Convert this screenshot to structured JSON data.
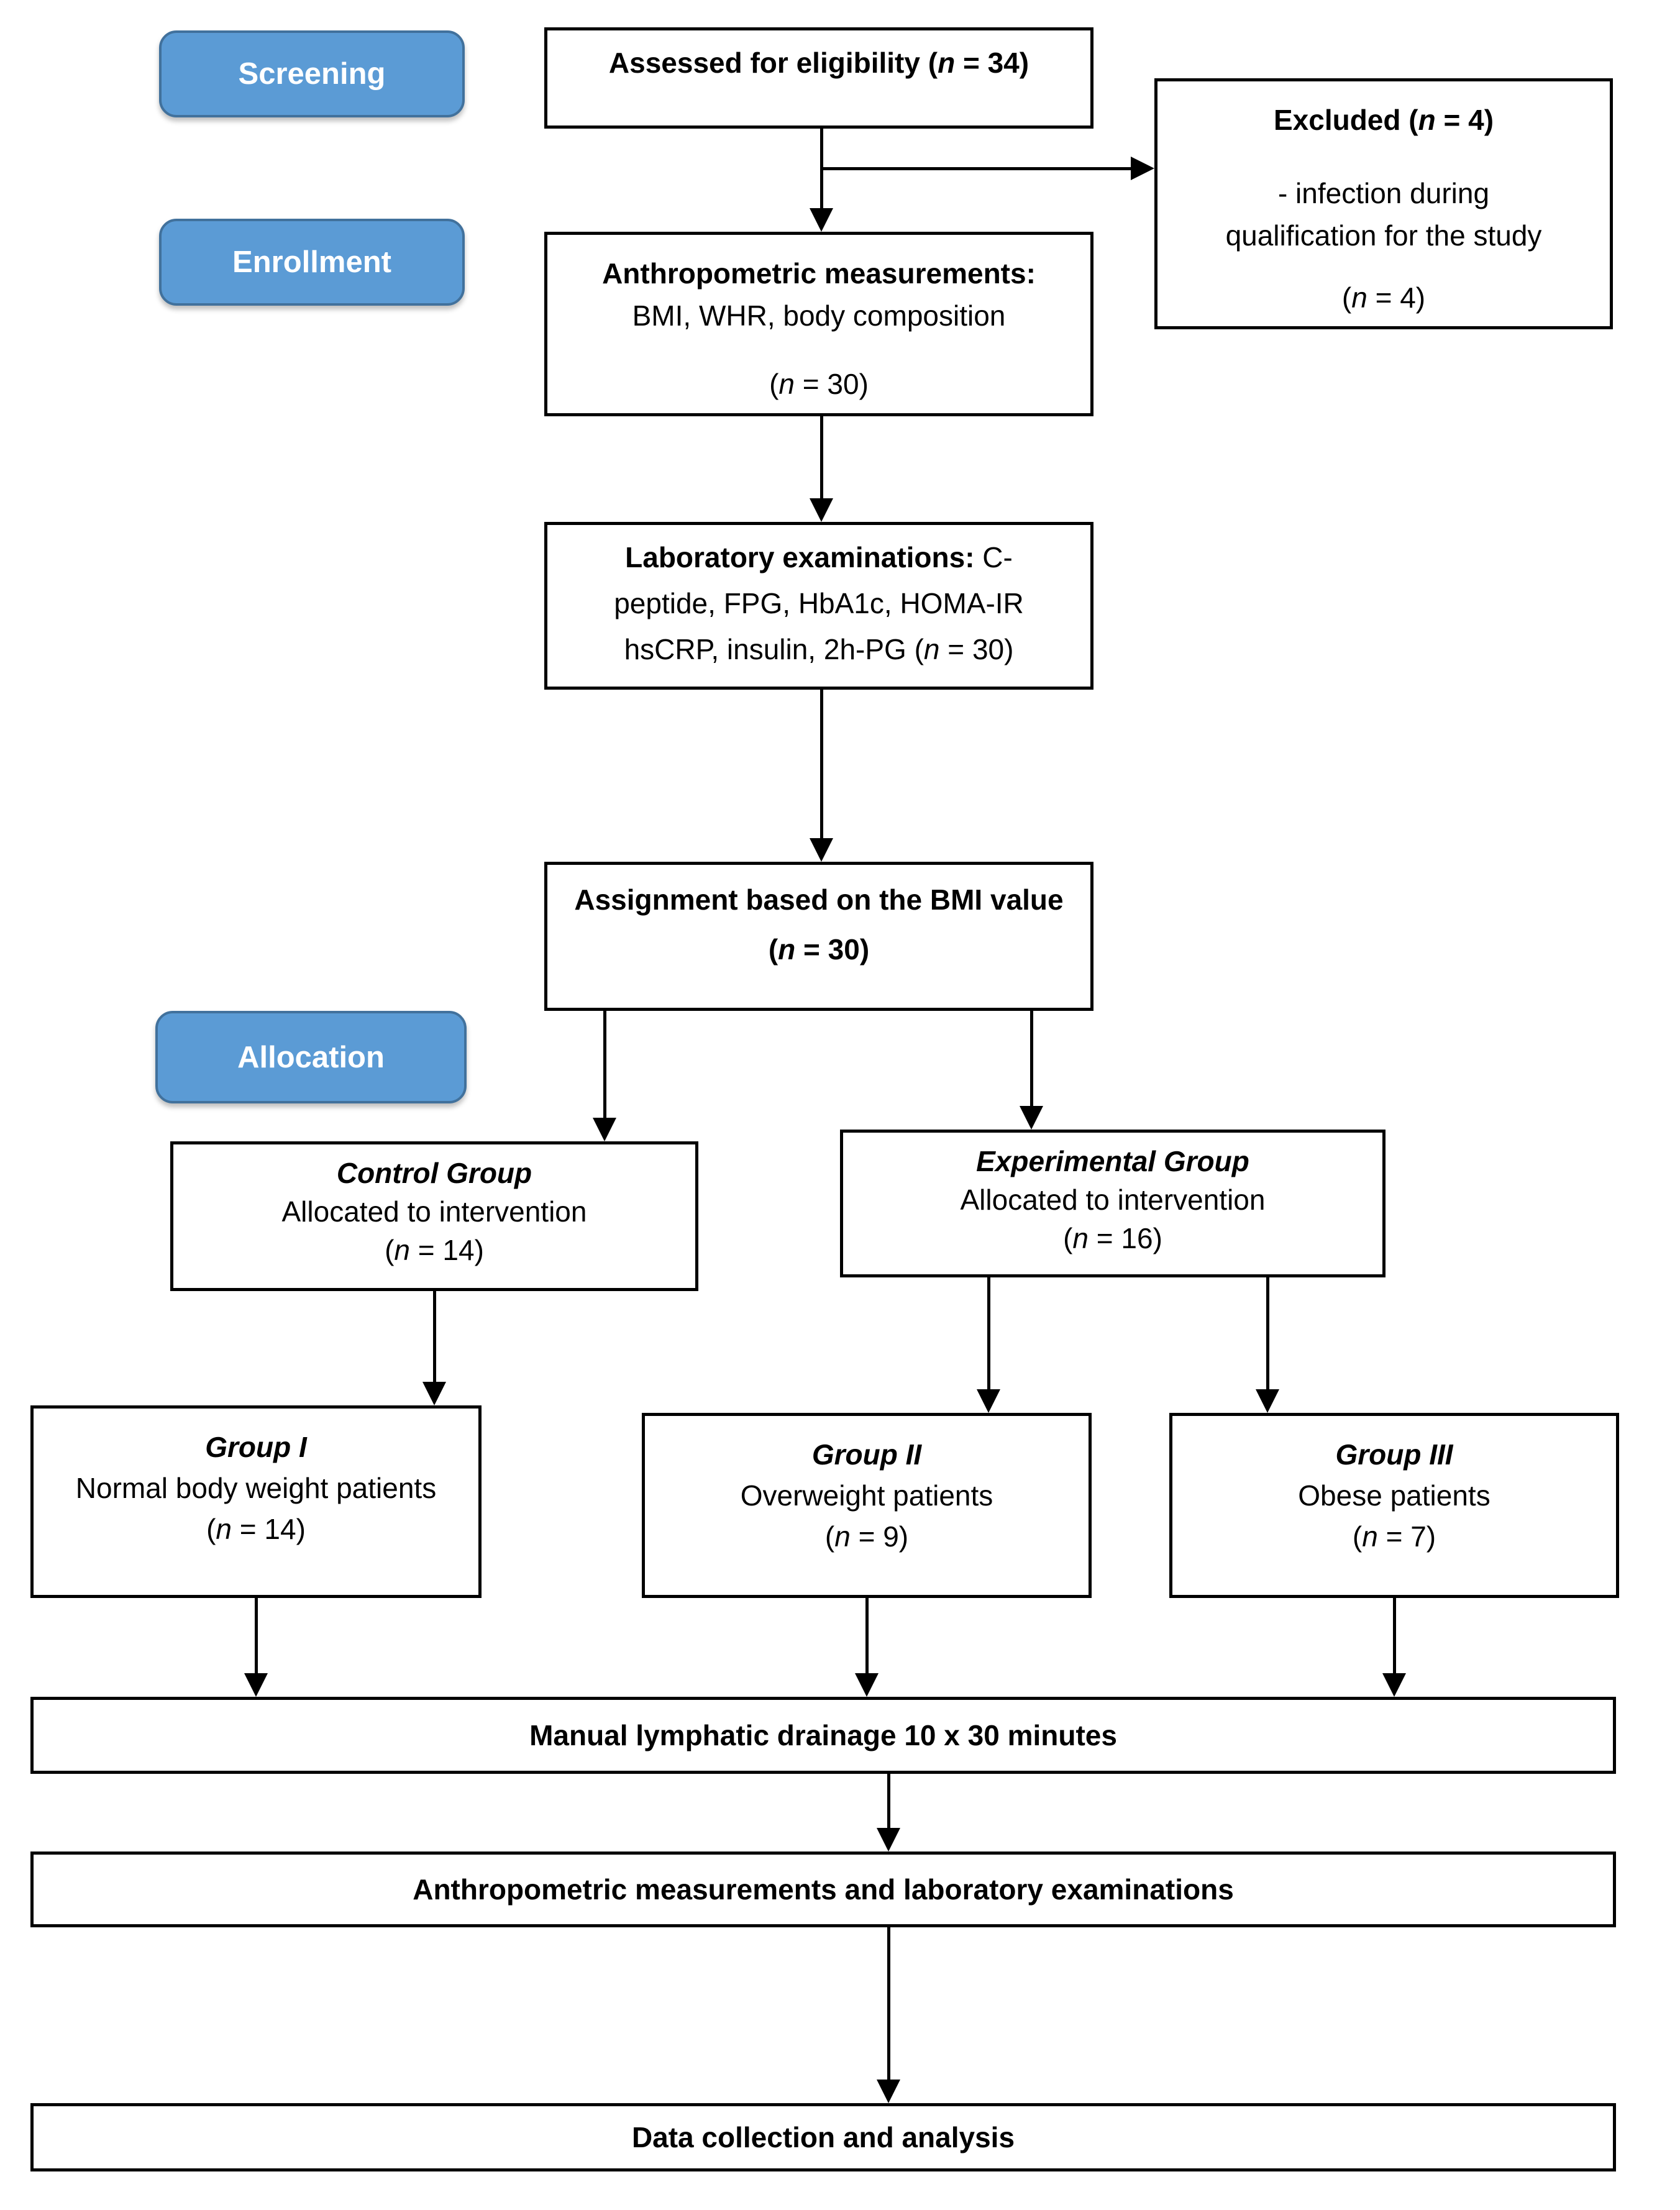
{
  "stage_labels": {
    "screening": "Screening",
    "enrollment": "Enrollment",
    "allocation": "Allocation"
  },
  "boxes": {
    "assessed": {
      "text": "Assessed for eligibility (n = 34)"
    },
    "excluded": {
      "title": "Excluded (n = 4)",
      "reason_line1": "- infection during",
      "reason_line2": "qualification for the study",
      "count": "(n = 4)"
    },
    "anthropometric": {
      "title": "Anthropometric measurements:",
      "subtitle": "BMI, WHR, body composition",
      "count": "(n = 30)"
    },
    "laboratory": {
      "title_bold": "Laboratory examinations:",
      "line1_rest": " C-",
      "line2": "peptide, FPG, HbA1c, HOMA-IR",
      "line3": "hsCRP, insulin, 2h-PG (n = 30)"
    },
    "assignment": {
      "title": "Assignment based on the BMI value",
      "count": "(n = 30)"
    },
    "control": {
      "title": "Control Group",
      "subtitle": "Allocated to intervention",
      "count": "(n = 14)"
    },
    "experimental": {
      "title": "Experimental Group",
      "subtitle": "Allocated to intervention",
      "count": "(n = 16)"
    },
    "group1": {
      "title": "Group I",
      "subtitle": "Normal body weight patients",
      "count": "(n = 14)"
    },
    "group2": {
      "title": "Group II",
      "subtitle": "Overweight patients",
      "count": "(n = 9)"
    },
    "group3": {
      "title": "Group III",
      "subtitle": "Obese patients",
      "count": "(n = 7)"
    },
    "intervention": {
      "text": "Manual lymphatic drainage 10 x 30 minutes"
    },
    "post_measurements": {
      "text": "Anthropometric measurements and laboratory examinations"
    },
    "analysis": {
      "text": "Data collection and analysis"
    }
  },
  "colors": {
    "stage_fill": "#5b9bd5",
    "stage_border": "#41719c",
    "stage_text": "#ffffff",
    "box_fill": "#ffffff",
    "box_border": "#000000",
    "text": "#000000"
  }
}
